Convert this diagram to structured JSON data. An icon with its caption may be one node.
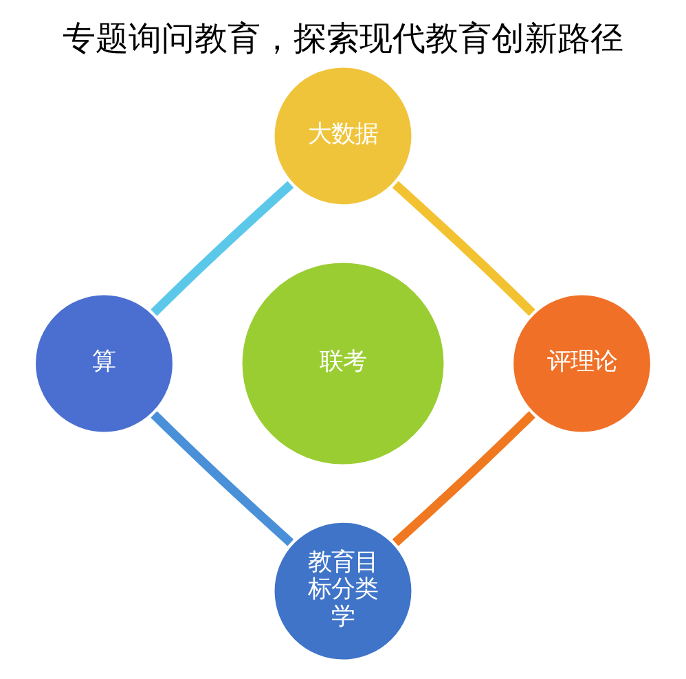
{
  "diagram": {
    "title": "专题询问教育，探索现代教育创新路径",
    "nodes": [
      {
        "text": [
          "大数据"
        ]
      },
      {
        "text": [
          "算"
        ]
      },
      {
        "text": [
          "联考"
        ]
      },
      {
        "text": [
          "评理论"
        ]
      },
      {
        "text": [
          "教育目标分类学"
        ]
      }
    ],
    "edges": [
      {
        "from": 0,
        "to": 3,
        "arrow": "none",
        "color": "#f2c230"
      },
      {
        "from": 3,
        "to": 4,
        "arrow": "none",
        "color": "#f07820"
      },
      {
        "from": 4,
        "to": 1,
        "arrow": "none",
        "color": "#4a90d9"
      },
      {
        "from": 1,
        "to": 0,
        "arrow": "none",
        "color": "#5bc8ea"
      }
    ]
  }
}
